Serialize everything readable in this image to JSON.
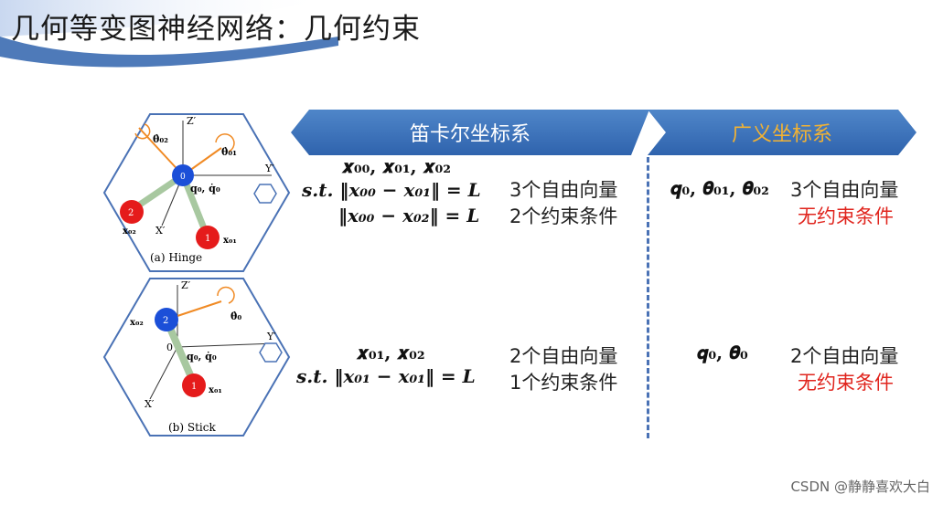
{
  "title": "几何等变图神经网络：几何约束",
  "banners": {
    "cartesian": "笛卡尔坐标系",
    "generalized": "广义坐标系"
  },
  "hinge": {
    "caption": "(a) Hinge",
    "axis_z": "Z′",
    "axis_y": "Y′",
    "axis_x": "X′",
    "theta02": "θ̇₀₂",
    "theta01": "θ̇₀₁",
    "origin_label": "q₀, q̇₀",
    "atom0": "0",
    "atom1": "1",
    "atom2": "2",
    "x01": "x₀₁",
    "x02": "x₀₂",
    "cart_line1": "𝒙₀₀, 𝒙₀₁, 𝒙₀₂",
    "cart_line2": "s.t. ‖𝒙₀₀ − 𝒙₀₁‖ = L",
    "cart_line3": "‖𝒙₀₀ − 𝒙₀₂‖ = L",
    "cart_dof": "3个自由向量",
    "cart_constraints": "2个约束条件",
    "gen_vars": "𝒒₀, 𝜽₀₁, 𝜽₀₂",
    "gen_dof": "3个自由向量",
    "gen_constraints": "无约束条件"
  },
  "stick": {
    "caption": "(b) Stick",
    "axis_z": "Z′",
    "axis_y": "Y′",
    "axis_x": "X′",
    "theta0": "θ̇₀",
    "origin_label": "q₀, q̇₀",
    "origin_zero": "0",
    "atom1": "1",
    "atom2": "2",
    "x01": "x₀₁",
    "x02": "x₀₂",
    "cart_line1": "𝒙₀₁, 𝒙₀₂",
    "cart_line2": "s.t. ‖𝒙₀₁ − 𝒙₀₁‖ = L",
    "cart_dof": "2个自由向量",
    "cart_constraints": "1个约束条件",
    "gen_vars": "𝒒₀, 𝜽₀",
    "gen_dof": "2个自由向量",
    "gen_constraints": "无约束条件"
  },
  "watermark": "CSDN @静静喜欢大白",
  "colors": {
    "banner": "#3b6fb8",
    "accent": "#f2b233",
    "red": "#e0251e",
    "atom_red": "#e51b1b",
    "atom_blue": "#1b4fd8"
  }
}
